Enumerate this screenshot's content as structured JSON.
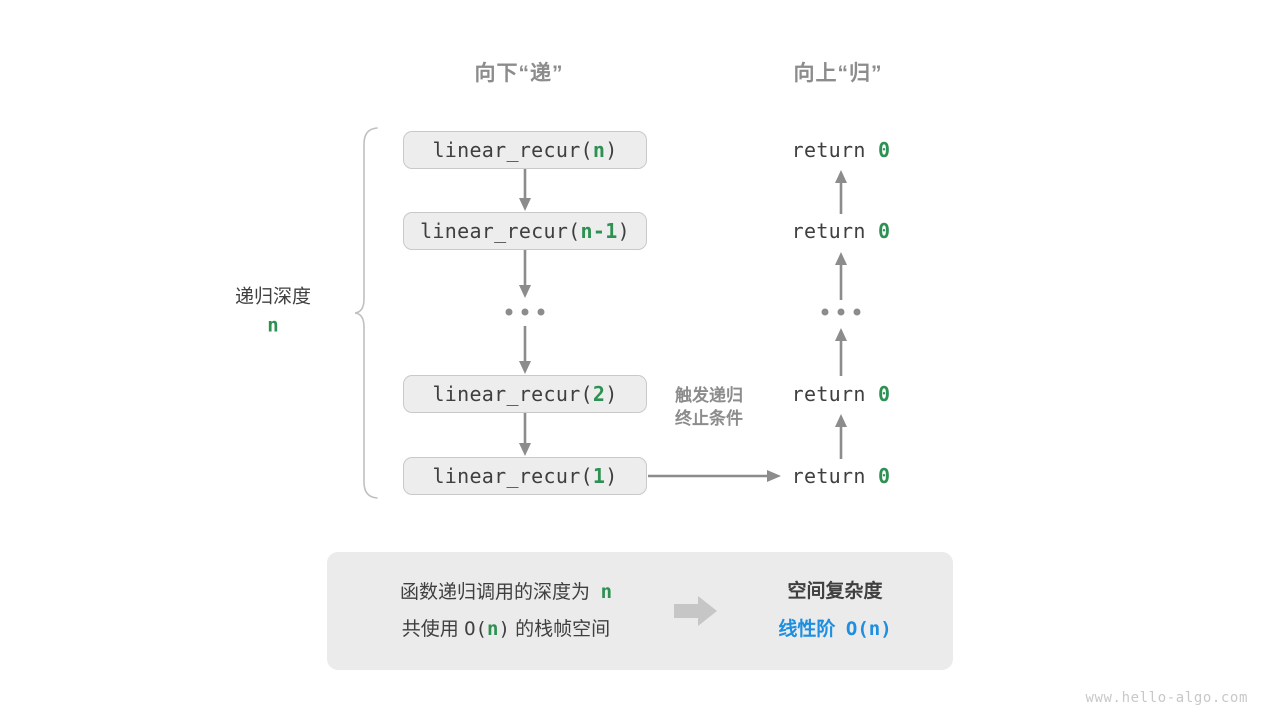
{
  "headers": {
    "down": "向下“递”",
    "up": "向上“归”"
  },
  "depth_annotation": {
    "label": "递归深度",
    "value": "n"
  },
  "trigger_note": {
    "line1": "触发递归",
    "line2": "终止条件"
  },
  "call_stack": [
    {
      "prefix": "linear_recur(",
      "arg": "n",
      "suffix": ")",
      "return_text": "return",
      "return_value": "0"
    },
    {
      "prefix": "linear_recur(",
      "arg": "n-1",
      "suffix": ")",
      "return_text": "return",
      "return_value": "0"
    },
    {
      "ellipsis": "…"
    },
    {
      "prefix": "linear_recur(",
      "arg": "2",
      "suffix": ")",
      "return_text": "return",
      "return_value": "0"
    },
    {
      "prefix": "linear_recur(",
      "arg": "1",
      "suffix": ")",
      "return_text": "return",
      "return_value": "0"
    }
  ],
  "boxes": {
    "b0": {
      "prefix": "linear_recur(",
      "arg": "n",
      "suffix": ")"
    },
    "b1": {
      "prefix": "linear_recur(",
      "arg": "n-1",
      "suffix": ")"
    },
    "b2": {
      "prefix": "linear_recur(",
      "arg": "2",
      "suffix": ")"
    },
    "b3": {
      "prefix": "linear_recur(",
      "arg": "1",
      "suffix": ")"
    }
  },
  "returns": {
    "r0": {
      "text": "return",
      "value": "0"
    },
    "r1": {
      "text": "return",
      "value": "0"
    },
    "r2": {
      "text": "return",
      "value": "0"
    },
    "r3": {
      "text": "return",
      "value": "0"
    }
  },
  "summary": {
    "left_line1_a": "函数递归调用的深度为",
    "left_line1_var": "n",
    "left_line2_a": "共使用",
    "left_line2_mono": "O(",
    "left_line2_var": "n",
    "left_line2_mono2": ")",
    "left_line2_b": "的栈帧空间",
    "arrow_icon": "right-block-arrow-icon",
    "right_title": "空间复杂度",
    "right_result_label": "线性阶",
    "right_result_value": "O(n)"
  },
  "watermark": "www.hello-algo.com",
  "colors": {
    "green": "#2e9153",
    "blue": "#1d8fe0",
    "gray_text": "#3f3f3f",
    "gray_muted": "#8c8c8c",
    "box_fill": "#ededed",
    "box_border": "#c9c9c9",
    "panel_fill": "#ebebeb",
    "arrow": "#8c8c8c"
  }
}
